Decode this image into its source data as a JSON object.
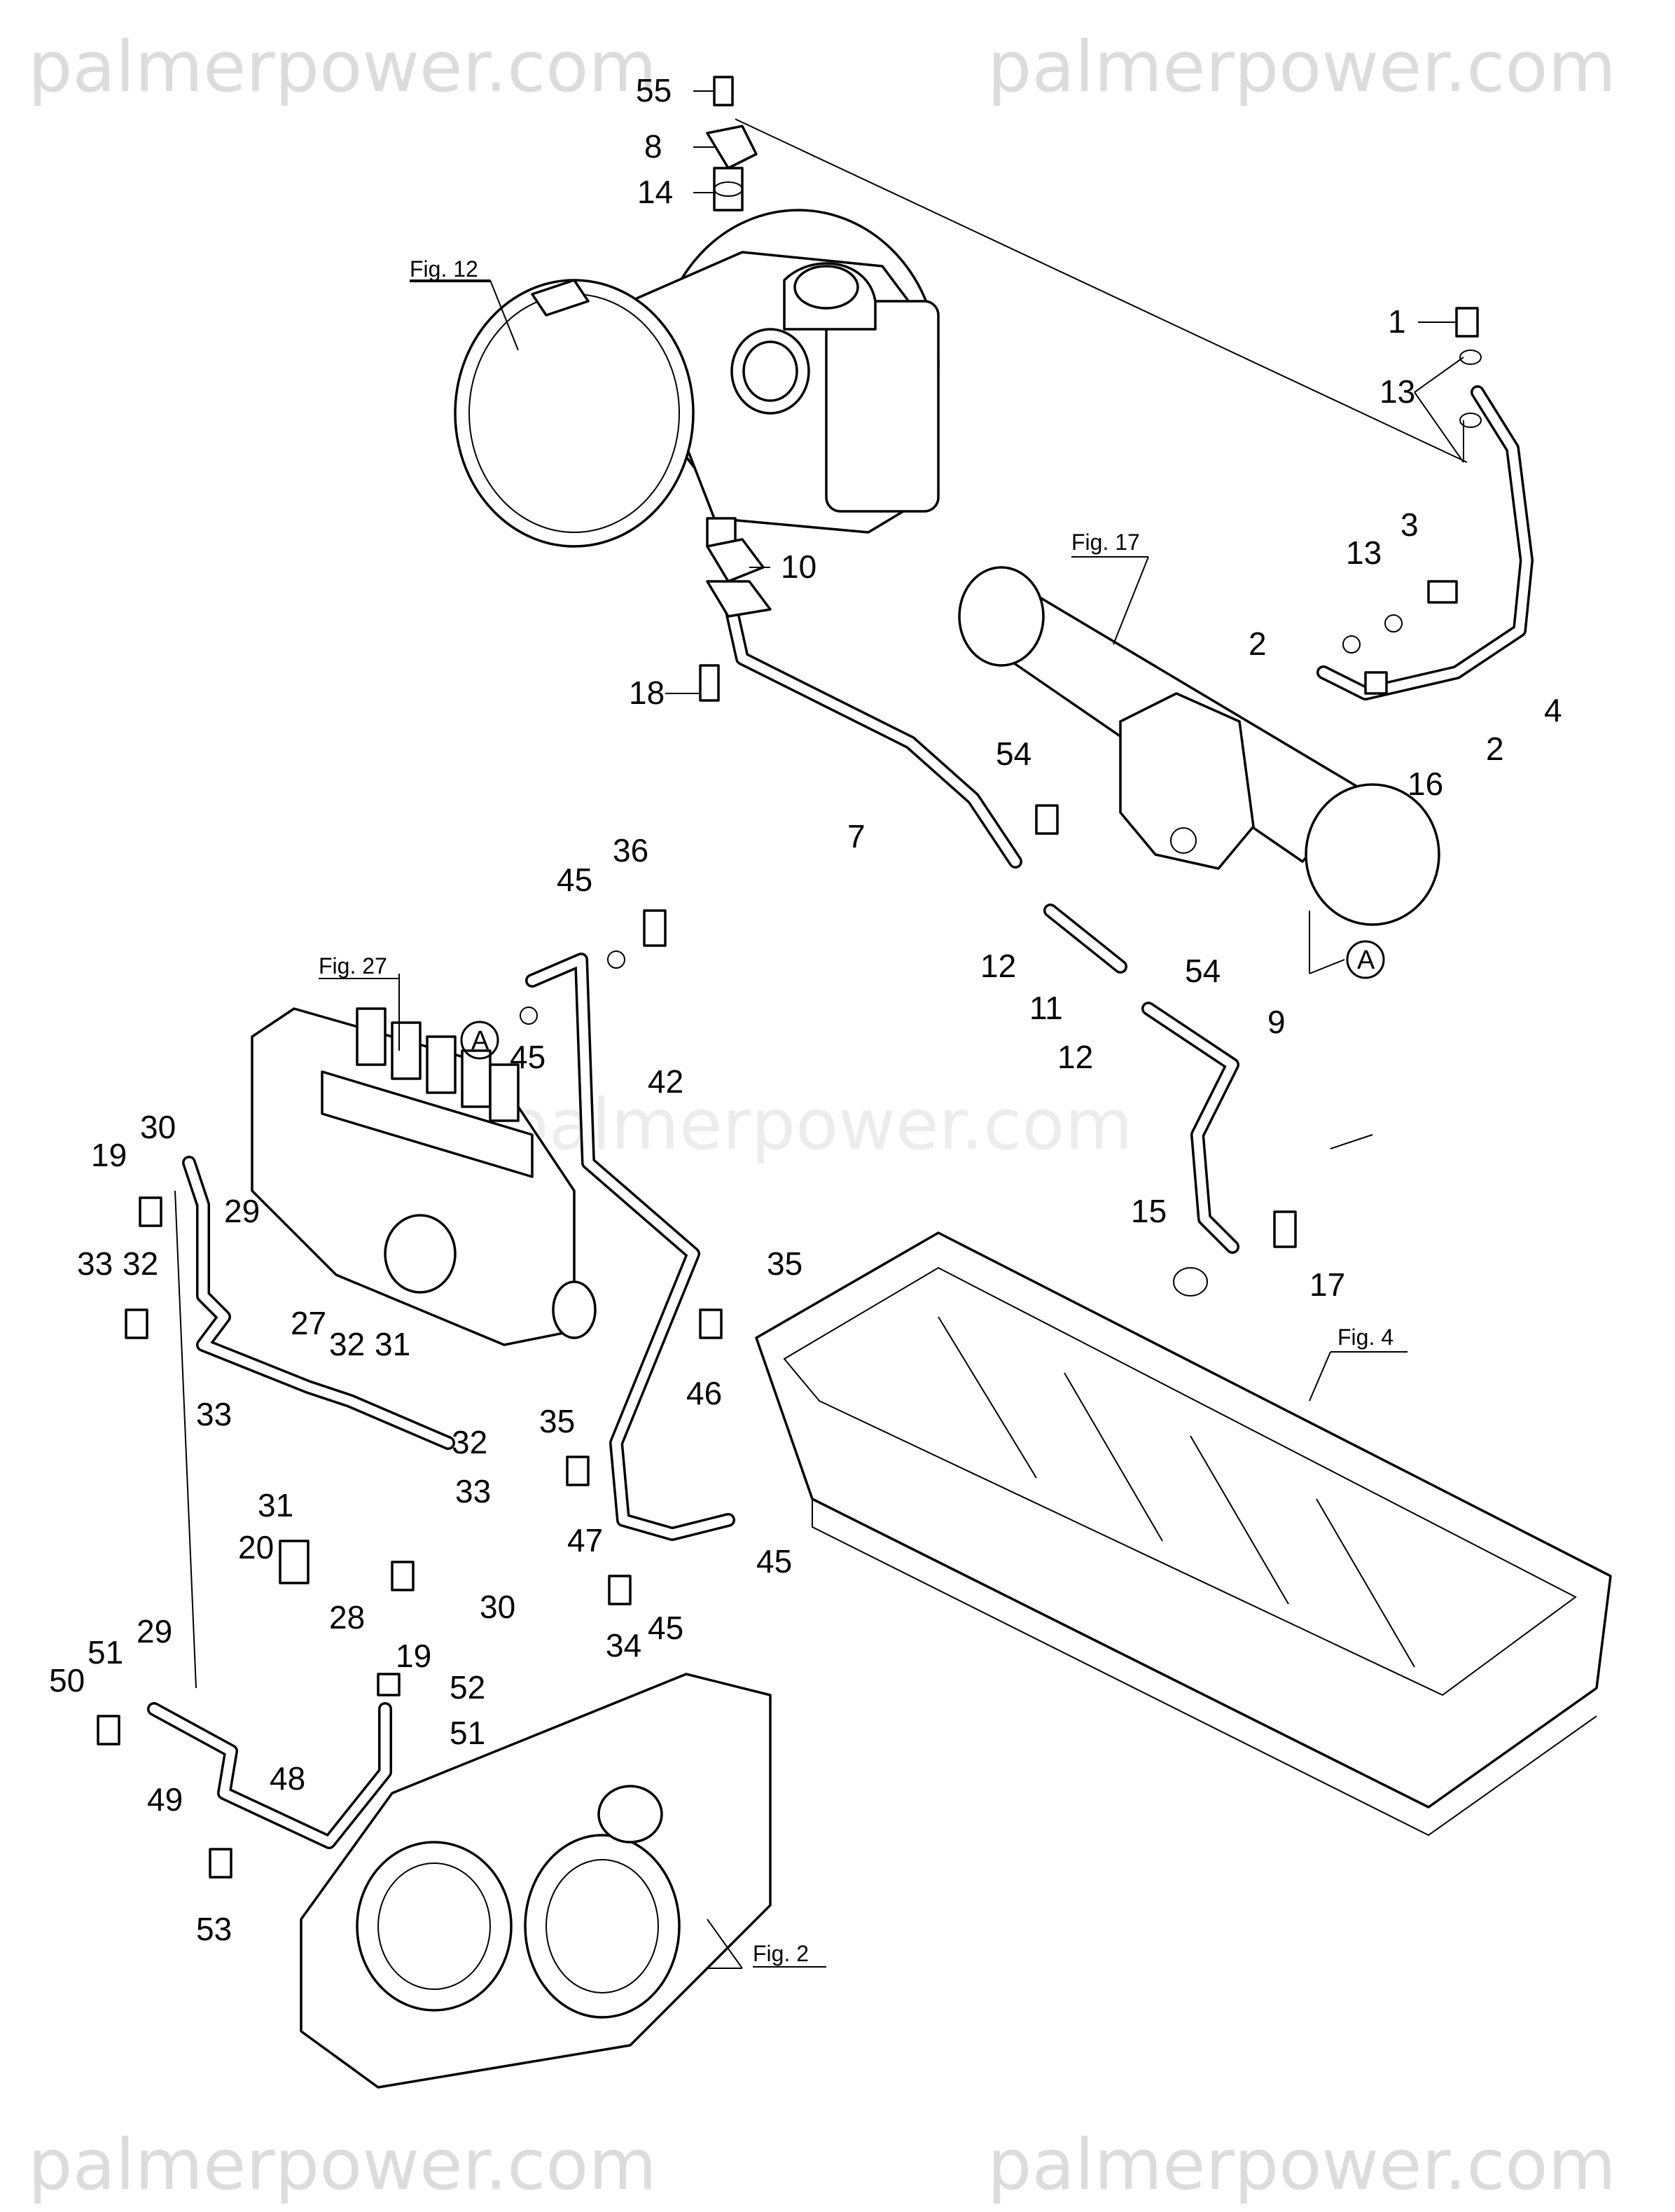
{
  "watermark": {
    "text": "palmerpower.com"
  },
  "figure_refs": [
    "Fig. 12",
    "Fig. 17",
    "Fig. 27",
    "Fig. 4",
    "Fig. 2"
  ],
  "circle_refs": [
    "A",
    "A"
  ],
  "callouts": [
    "55",
    "8",
    "14",
    "1",
    "13",
    "10",
    "18",
    "3",
    "13",
    "2",
    "4",
    "2",
    "16",
    "7",
    "54",
    "36",
    "45",
    "12",
    "45",
    "11",
    "54",
    "12",
    "9",
    "42",
    "30",
    "19",
    "29",
    "33",
    "32",
    "27",
    "32",
    "31",
    "33",
    "32",
    "33",
    "35",
    "46",
    "35",
    "47",
    "31",
    "20",
    "28",
    "30",
    "19",
    "45",
    "34",
    "45",
    "15",
    "17",
    "29",
    "50",
    "51",
    "52",
    "51",
    "49",
    "48",
    "53"
  ],
  "colors": {
    "line": "#000000",
    "background": "#ffffff",
    "watermark": "#dcdcdc"
  }
}
